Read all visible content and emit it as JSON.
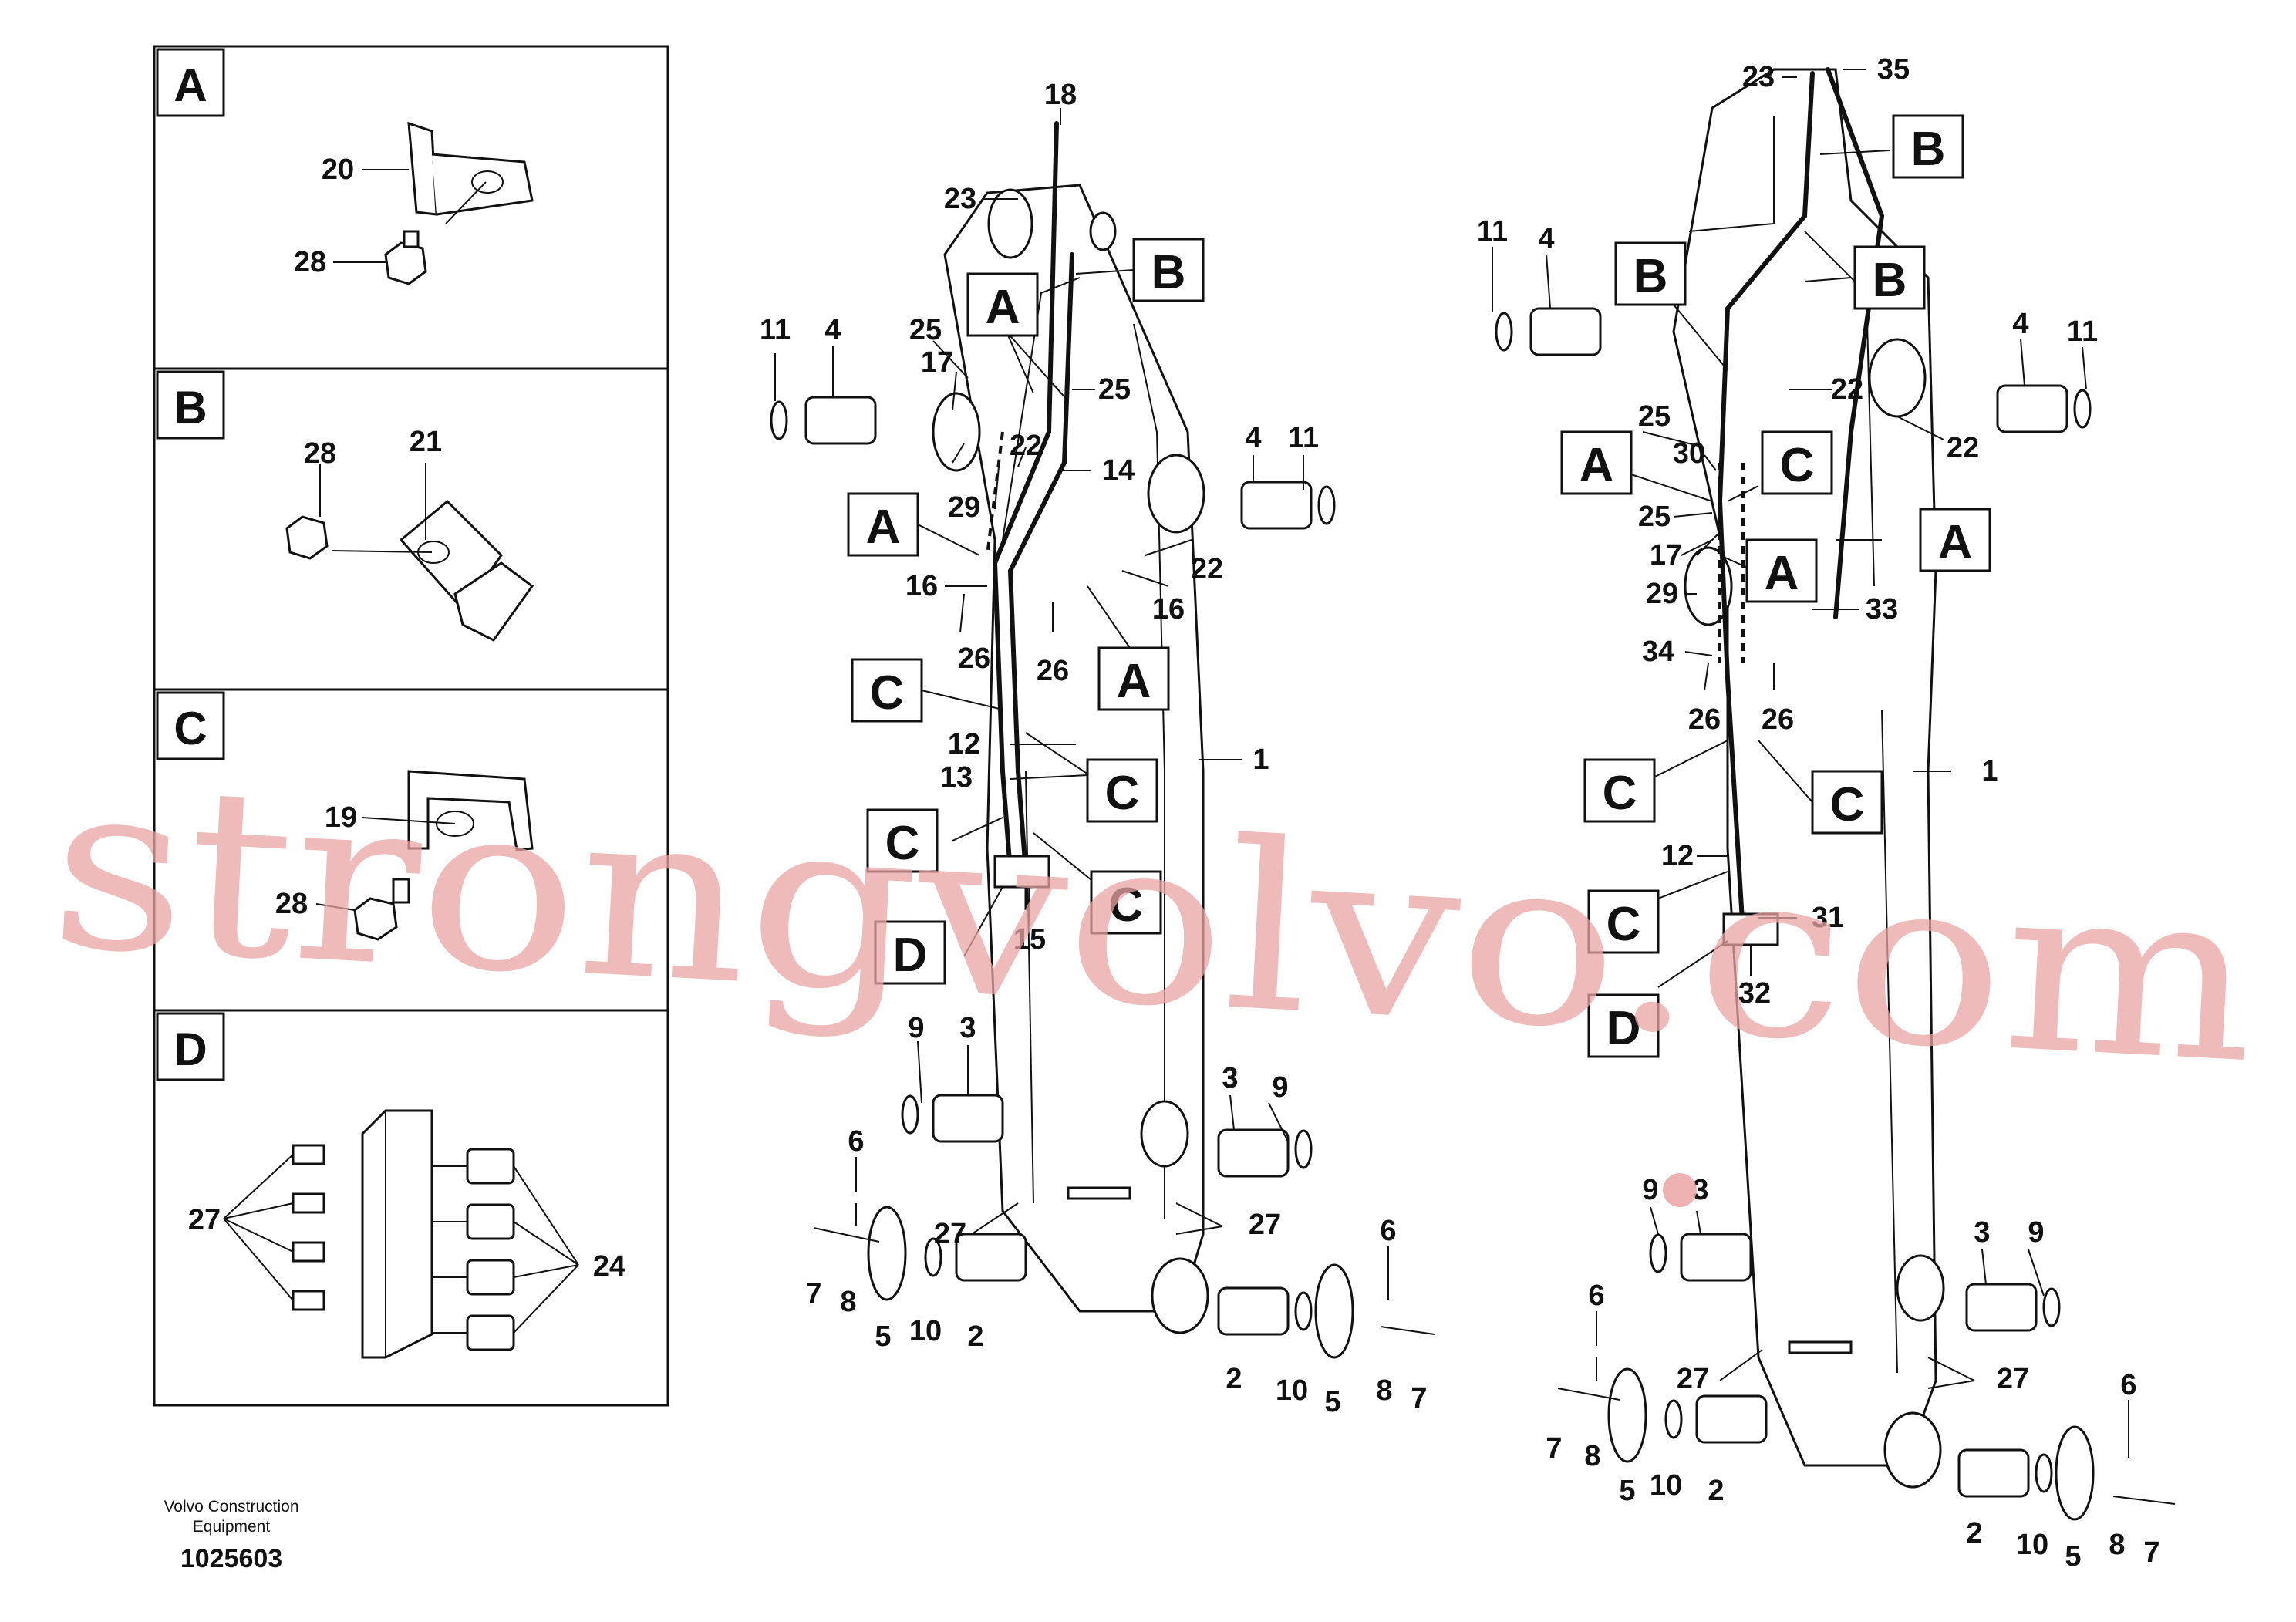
{
  "insets": [
    {
      "label": "A",
      "callouts": [
        "20",
        "28"
      ]
    },
    {
      "label": "B",
      "callouts": [
        "28",
        "21"
      ]
    },
    {
      "label": "C",
      "callouts": [
        "19",
        "28"
      ]
    },
    {
      "label": "D",
      "callouts": [
        "27",
        "24"
      ]
    }
  ],
  "boom_left": {
    "callouts": [
      "18",
      "23",
      "B",
      "11",
      "4",
      "25",
      "17",
      "A",
      "25",
      "22",
      "29",
      "14",
      "4",
      "11",
      "A",
      "22",
      "16",
      "16",
      "26",
      "26",
      "A",
      "C",
      "12",
      "1",
      "13",
      "C",
      "C",
      "C",
      "15",
      "D",
      "9",
      "3",
      "3",
      "9",
      "6",
      "27",
      "27",
      "7",
      "8",
      "5",
      "10",
      "2",
      "6",
      "2",
      "10",
      "5",
      "8",
      "7"
    ]
  },
  "boom_right": {
    "callouts": [
      "23",
      "35",
      "B",
      "11",
      "4",
      "B",
      "B",
      "22",
      "4",
      "11",
      "25",
      "30",
      "C",
      "22",
      "A",
      "25",
      "A",
      "17",
      "A",
      "29",
      "33",
      "34",
      "26",
      "26",
      "C",
      "C",
      "1",
      "12",
      "C",
      "31",
      "32",
      "D",
      "9",
      "3",
      "3",
      "9",
      "6",
      "27",
      "27",
      "7",
      "8",
      "5",
      "10",
      "2",
      "6",
      "2",
      "10",
      "5",
      "8",
      "7"
    ]
  },
  "footer": {
    "company_line1": "Volvo Construction",
    "company_line2": "Equipment",
    "document_id": "1025603"
  },
  "watermark": "strongvolvo.com"
}
